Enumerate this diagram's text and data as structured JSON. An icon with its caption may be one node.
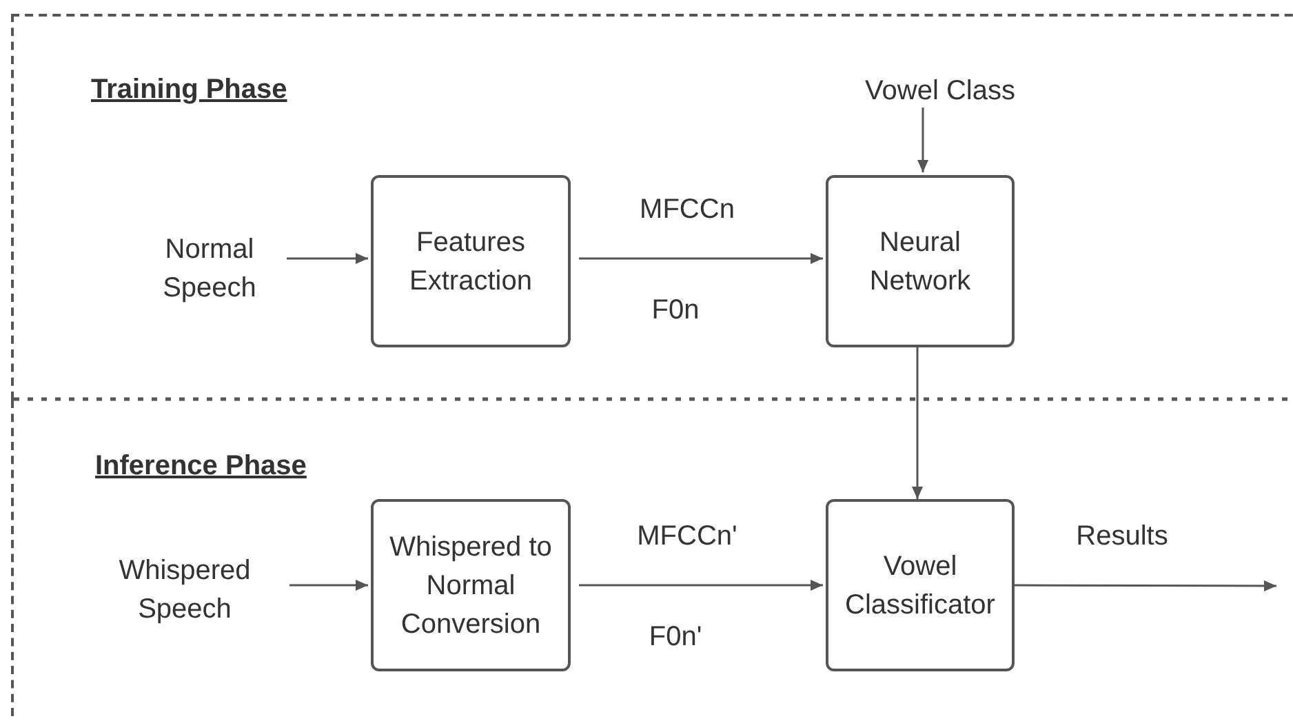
{
  "diagram": {
    "nodes": [
      {
        "text": [
          "Training Phase"
        ]
      },
      {
        "text": [
          "Normal Speech"
        ],
        "in": 0
      },
      {
        "text": [
          "Features Extraction"
        ],
        "in": 0
      },
      {
        "text": [
          "Neural Network"
        ],
        "in": 0
      },
      {
        "text": [
          "Vowel Class"
        ],
        "in": 0
      },
      {
        "text": [
          "Inference Phase"
        ]
      },
      {
        "text": [
          "Whispered Speech"
        ],
        "in": 5
      },
      {
        "text": [
          "Whispered to Normal Conversion"
        ],
        "in": 5
      },
      {
        "text": [
          "Vowel Classificator"
        ],
        "in": 5
      }
    ],
    "edges": [
      {
        "from": 1,
        "to": 2,
        "arrow": "to"
      },
      {
        "from": 2,
        "to": 3,
        "arrow": "to",
        "label": "MFCCn"
      },
      {
        "from": 4,
        "to": 3,
        "arrow": "to"
      },
      {
        "from": 3,
        "to": 8,
        "arrow": "to"
      },
      {
        "from": 6,
        "to": 7,
        "arrow": "to"
      },
      {
        "from": 7,
        "to": 8,
        "arrow": "to",
        "label": "MFCCn'"
      },
      {
        "from": 8,
        "to": null,
        "arrow": "to",
        "label": "Results"
      }
    ],
    "labels": [
      "F0n",
      "F0n'"
    ]
  }
}
